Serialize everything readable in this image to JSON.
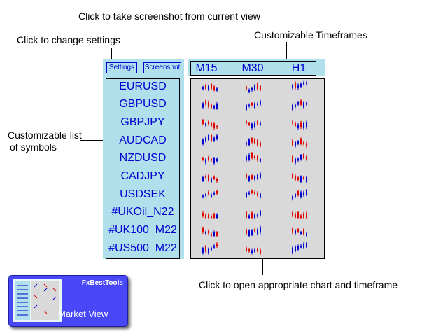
{
  "annotations": {
    "screenshot": "Click to take screenshot from current view",
    "settings": "Click to change settings",
    "timeframes": "Customizable Timeframes",
    "symbols_line1": "Customizable list",
    "symbols_line2": "of symbols",
    "chart": "Click to open appropriate chart and timeframe"
  },
  "toolbar": {
    "settings_label": "Settings",
    "screenshot_label": "Screenshot"
  },
  "timeframes": [
    "M15",
    "M30",
    "H1"
  ],
  "symbols": [
    "EURUSD",
    "GBPUSD",
    "GBPJPY",
    "AUDCAD",
    "NZDUSD",
    "CADJPY",
    "USDSEK",
    "#UKOil_N22",
    "#UK100_M22",
    "#US500_M22"
  ],
  "icon": {
    "title": "FxBestTools",
    "label": "Market View"
  },
  "colors": {
    "up": "#0000d0",
    "down": "#e00000",
    "panel": "#b0e0ec",
    "cell": "#d9d9d9",
    "text": "#0000d0"
  }
}
